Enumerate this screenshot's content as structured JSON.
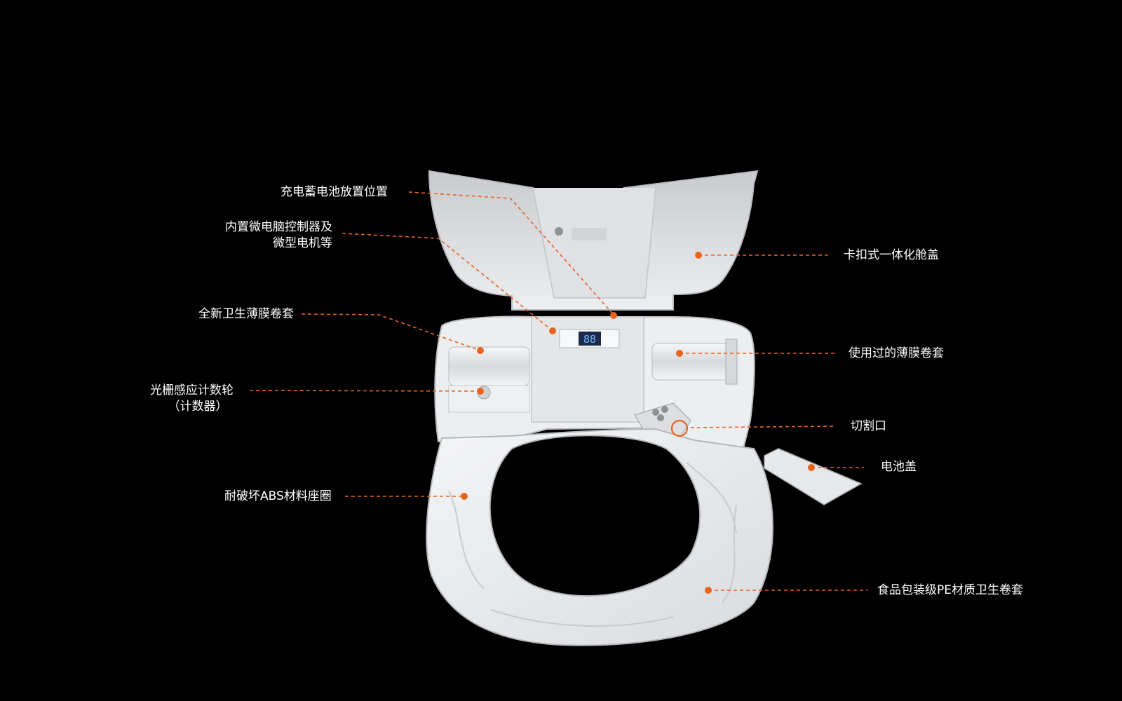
{
  "colors": {
    "background": "#000000",
    "accent": "#e8641e",
    "label": "#ffffff",
    "device": "#e9eaec"
  },
  "labels": {
    "battery_location": "充电蓄电池放置位置",
    "controller_line1": "内置微电脑控制器及",
    "controller_line2": "微型电机等",
    "new_film_roll": "全新卫生薄膜卷套",
    "grating_counter_line1": "光栅感应计数轮",
    "grating_counter_line2": "（计数器）",
    "seat_ring": "耐破坏ABS材料座圈",
    "cabin_cover": "卡扣式一体化舱盖",
    "used_film_roll": "使用过的薄膜卷套",
    "cutting_port": "切割口",
    "battery_cover": "电池盖",
    "pe_sleeve": "食品包装级PE材质卫生卷套"
  },
  "device": {
    "display_readout": "88"
  }
}
